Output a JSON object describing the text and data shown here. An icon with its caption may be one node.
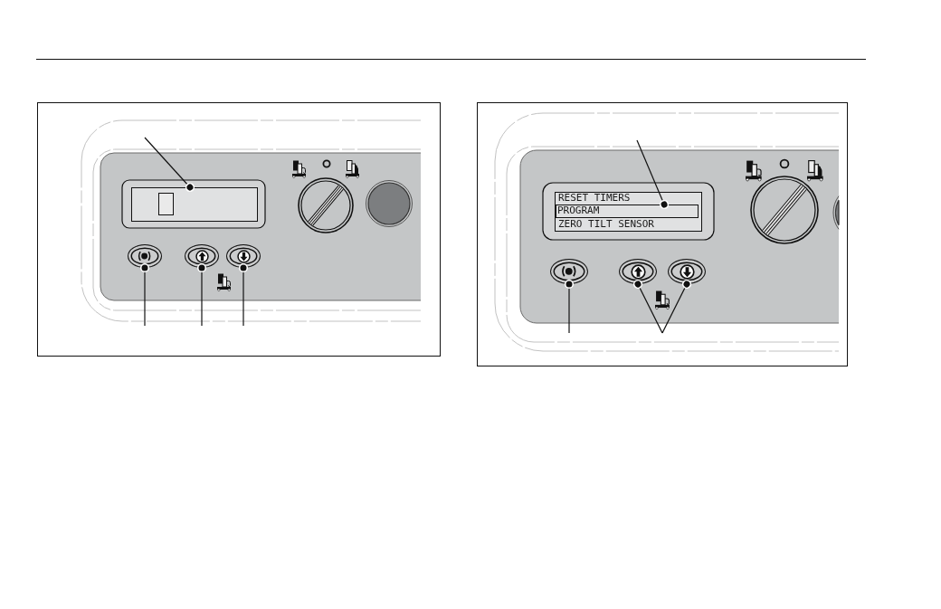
{
  "diagram": {
    "nodes": [
      {
        "text": [],
        "shape": "box"
      },
      {
        "text": [],
        "shape": "oval"
      },
      {
        "text": [],
        "shape": "oval"
      },
      {
        "text": [],
        "shape": "oval"
      },
      {
        "text": [
          "RESET TIMERS",
          "ZERO TILT SENSOR"
        ]
      },
      {
        "text": [
          "PROGRAM"
        ],
        "in": 4
      },
      {
        "text": [],
        "shape": "oval"
      },
      {
        "text": [],
        "shape": "oval"
      },
      {
        "text": [],
        "shape": "oval"
      }
    ],
    "edges": [
      {
        "from": null,
        "to": 0,
        "arrow": "other"
      },
      {
        "from": null,
        "to": 1,
        "arrow": "other"
      },
      {
        "from": null,
        "to": 2,
        "arrow": "other"
      },
      {
        "from": null,
        "to": 3,
        "arrow": "other"
      },
      {
        "from": null,
        "to": 5,
        "arrow": "other"
      },
      {
        "from": null,
        "to": 6,
        "arrow": "other"
      },
      {
        "from": null,
        "to": 7,
        "arrow": "other"
      },
      {
        "from": null,
        "to": 8,
        "arrow": "other"
      }
    ]
  }
}
